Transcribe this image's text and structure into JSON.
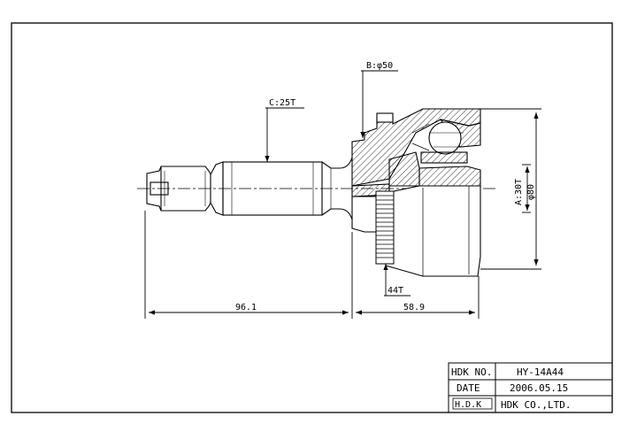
{
  "labels": {
    "bore": "B:φ50",
    "spline_outer": "C:25T",
    "abs_ring": "44T",
    "spline_inner": "A:30T",
    "diameter": "φ80",
    "dim_left": "96.1",
    "dim_right": "58.9"
  },
  "title_block": {
    "row1_key": "HDK NO.",
    "row1_val": "HY-14A44",
    "row2_key": "DATE",
    "row2_val": "2006.05.15",
    "row3_logo": "H.D.K",
    "row3_val": "HDK CO.,LTD."
  },
  "colors": {
    "ink": "#000000",
    "paper": "#ffffff"
  }
}
